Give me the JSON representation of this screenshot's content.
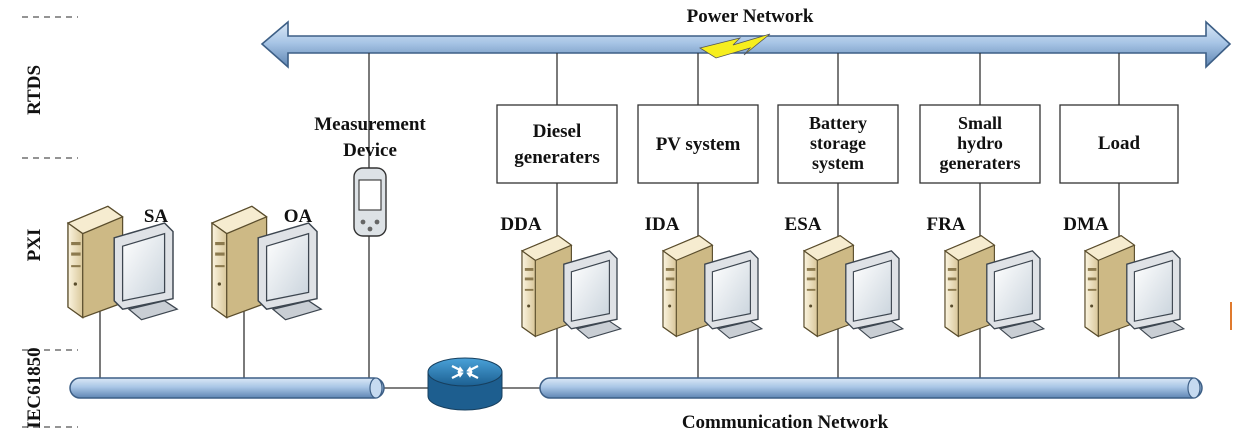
{
  "layers": [
    "RTDS",
    "PXI",
    "IEC61850"
  ],
  "power_network": {
    "label": "Power Network"
  },
  "communication_network": {
    "label": "Communication Network"
  },
  "measurement_device": {
    "label_line1": "Measurement",
    "label_line2": "Device"
  },
  "left_agents": [
    {
      "label": "SA"
    },
    {
      "label": "OA"
    }
  ],
  "units": [
    {
      "lines": [
        "Diesel",
        "generaters"
      ],
      "agent": "DDA"
    },
    {
      "lines": [
        "PV system"
      ],
      "agent": "IDA"
    },
    {
      "lines": [
        "Battery",
        "storage",
        "system"
      ],
      "agent": "ESA"
    },
    {
      "lines": [
        "Small",
        "hydro",
        "generaters"
      ],
      "agent": "FRA"
    },
    {
      "lines": [
        "Load"
      ],
      "agent": "DMA"
    }
  ],
  "colors": {
    "bus_fill": "#9dbde0",
    "bus_stroke": "#3d5f86",
    "lightning": "#f6ee1e",
    "router": "#2b7db5",
    "computer_case": "#efe2bf"
  },
  "icons": [
    "router-icon",
    "computer-icon",
    "handheld-device-icon",
    "lightning-icon"
  ]
}
